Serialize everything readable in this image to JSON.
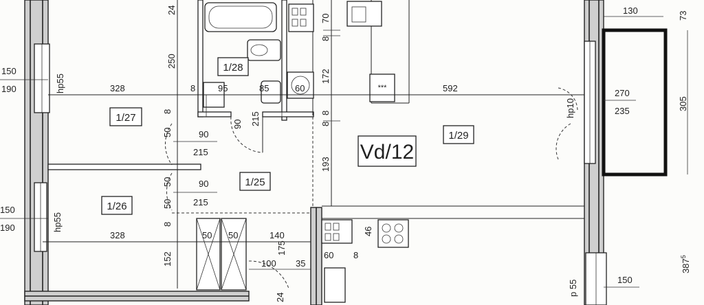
{
  "apartment_label": "Vd/12",
  "rooms": {
    "r127": "1/27",
    "r128": "1/28",
    "r129": "1/29",
    "r125": "1/25",
    "r126": "1/26"
  },
  "windows": {
    "left_top_width": "150",
    "left_top_height": "190",
    "left_top_hp": "hp55",
    "left_bottom_width": "150",
    "left_bottom_height": "190",
    "left_bottom_hp": "hp55",
    "right_door_hp": "hp10",
    "right_bottom_hp": "p 55",
    "right_bottom_width": "150"
  },
  "dimensions": {
    "d24": "24",
    "d250": "250",
    "d328a": "328",
    "d8a": "8",
    "d95": "95",
    "d85": "85",
    "d60a": "60",
    "d592": "592",
    "d70": "70",
    "d8b": "8",
    "d172": "172",
    "d8c": "8",
    "d193": "193",
    "d8d": "8",
    "d90v": "90",
    "d215v": "215",
    "d90a": "90",
    "d215a": "215",
    "d50a": "50",
    "d50b": "50",
    "d90b": "90",
    "d215b": "215",
    "d50c": "50",
    "d8e": "8",
    "d328b": "328",
    "d50d": "50",
    "d50e": "50",
    "d140": "140",
    "d46": "46",
    "d175": "175",
    "d152": "152",
    "d100": "100",
    "d35": "35",
    "d60b": "60",
    "d8f": "8",
    "d24b": "24",
    "d130": "130",
    "d73": "73",
    "d270": "270",
    "d235": "235",
    "d305": "305",
    "d387": "387",
    "d387sup": "5",
    "d8g": "8"
  },
  "appliances": {
    "stove_mark": "***"
  }
}
